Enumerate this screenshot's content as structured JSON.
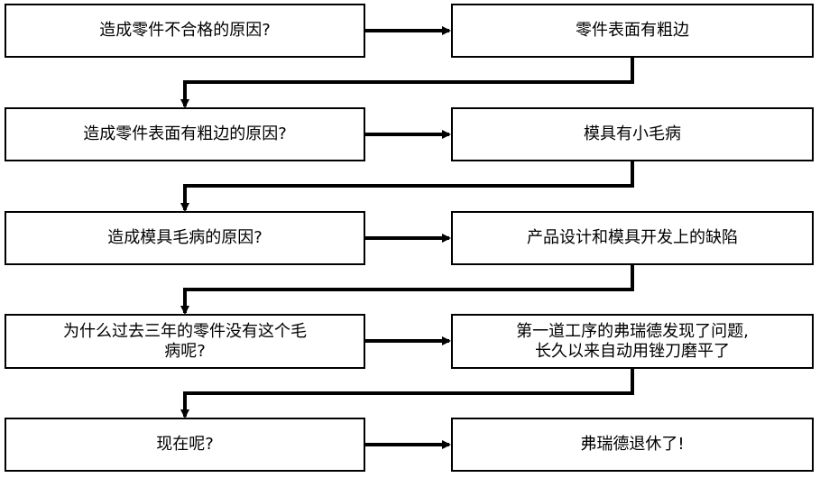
{
  "steps": [
    {
      "question": "造成零件不合格的原因?",
      "answer": "零件表面有粗边"
    },
    {
      "question": "造成零件表面有粗边的原因?",
      "answer": "模具有小毛病"
    },
    {
      "question": "造成模具毛病的原因?",
      "answer": "产品设计和模具开发上的缺陷"
    },
    {
      "question": "为什么过去三年的零件没有这个毛\n病呢?",
      "answer": "第一道工序的弗瑞德发现了问题,\n长久以来自动用锉刀磨平了"
    },
    {
      "question": "现在呢?",
      "answer": "弗瑞德退休了!"
    }
  ],
  "colors": {
    "line": "#000000",
    "box_border": "#000000",
    "background": "#ffffff"
  }
}
